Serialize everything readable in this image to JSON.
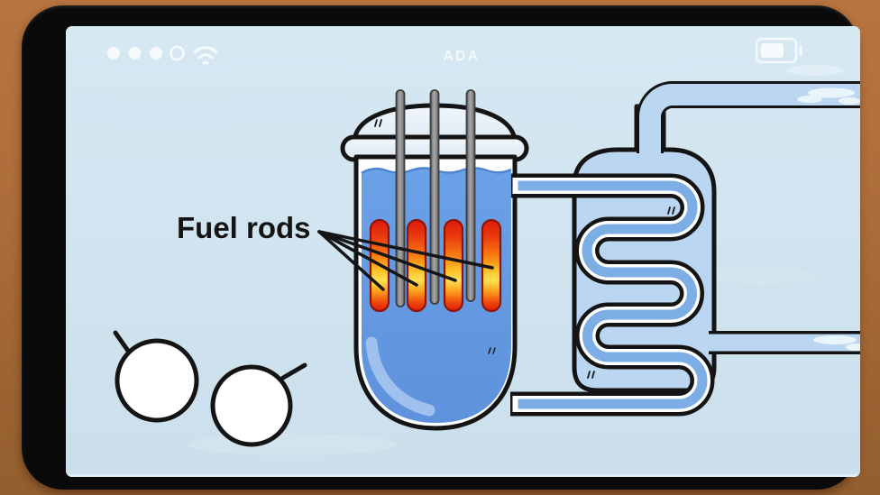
{
  "screen": {
    "title": "ADA"
  },
  "status_bar": {
    "signal_dots": {
      "total": 4,
      "filled": 3
    },
    "icons": [
      "signal-dots",
      "wifi-icon",
      "battery-icon"
    ],
    "battery": {
      "fill_ratio": 0.6
    }
  },
  "diagram": {
    "label": "Fuel rods",
    "leader_lines": 4,
    "counts": {
      "fuel_rods": 4,
      "control_rods": 3,
      "particles": 2
    },
    "components": [
      "reactor pressure vessel",
      "control rods",
      "fuel rods",
      "coolant water",
      "heat exchanger",
      "steam coil",
      "outlet pipes",
      "particles"
    ]
  },
  "colors": {
    "wood_surface": "#ad6d3a",
    "tablet_bezel": "#0a0a0a",
    "screen_background": "#cfe3ee",
    "outline": "#141414",
    "coolant_water": "#659ce4",
    "coil_water": "#7cade4",
    "pipe_interior": "#bad6f1",
    "vessel_lid": "#e9f1fa",
    "fuel_rod_red": "#df1c0b",
    "fuel_rod_yellow": "#ffe052",
    "control_rod_gray": "#8f8f8f",
    "label_text": "#141414"
  }
}
